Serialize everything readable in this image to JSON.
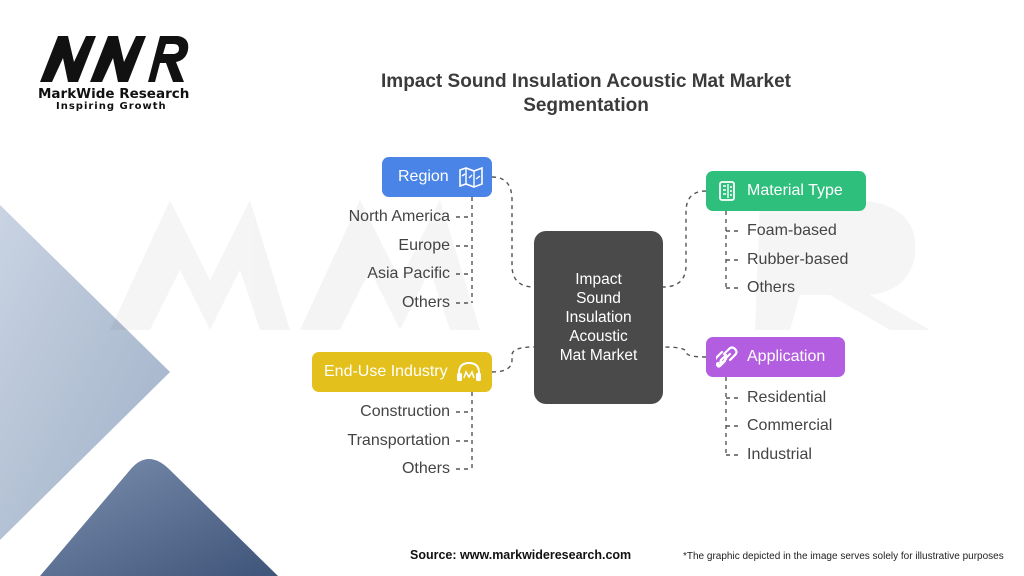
{
  "brand": {
    "name": "MarkWide Research",
    "tagline": "Inspiring Growth",
    "logo_letters": "MWR"
  },
  "title": "Impact Sound Insulation Acoustic Mat Market Segmentation",
  "title_lines": [
    "Impact Sound Insulation Acoustic Mat Market",
    "Segmentation"
  ],
  "center": {
    "lines": [
      "Impact",
      "Sound",
      "Insulation",
      "Acoustic",
      "Mat Market"
    ],
    "color": "#4a4a4a"
  },
  "segments": {
    "region": {
      "label": "Region",
      "icon": "map-icon",
      "color": "#4a84e6",
      "items": [
        "North America",
        "Europe",
        "Asia Pacific",
        "Others"
      ]
    },
    "end_use": {
      "label": "End-Use Industry",
      "icon": "headphones-icon",
      "color": "#e3c01b",
      "items": [
        "Construction",
        "Transportation",
        "Others"
      ]
    },
    "material": {
      "label": "Material Type",
      "icon": "document-icon",
      "color": "#2ebf7c",
      "items": [
        "Foam-based",
        "Rubber-based",
        "Others"
      ]
    },
    "application": {
      "label": "Application",
      "icon": "link-icon",
      "color": "#b35ee0",
      "items": [
        "Residential",
        "Commercial",
        "Industrial"
      ]
    }
  },
  "footer": {
    "source": "Source: www.markwideresearch.com",
    "disclaimer": "*The graphic depicted in the image serves solely for illustrative purposes"
  }
}
